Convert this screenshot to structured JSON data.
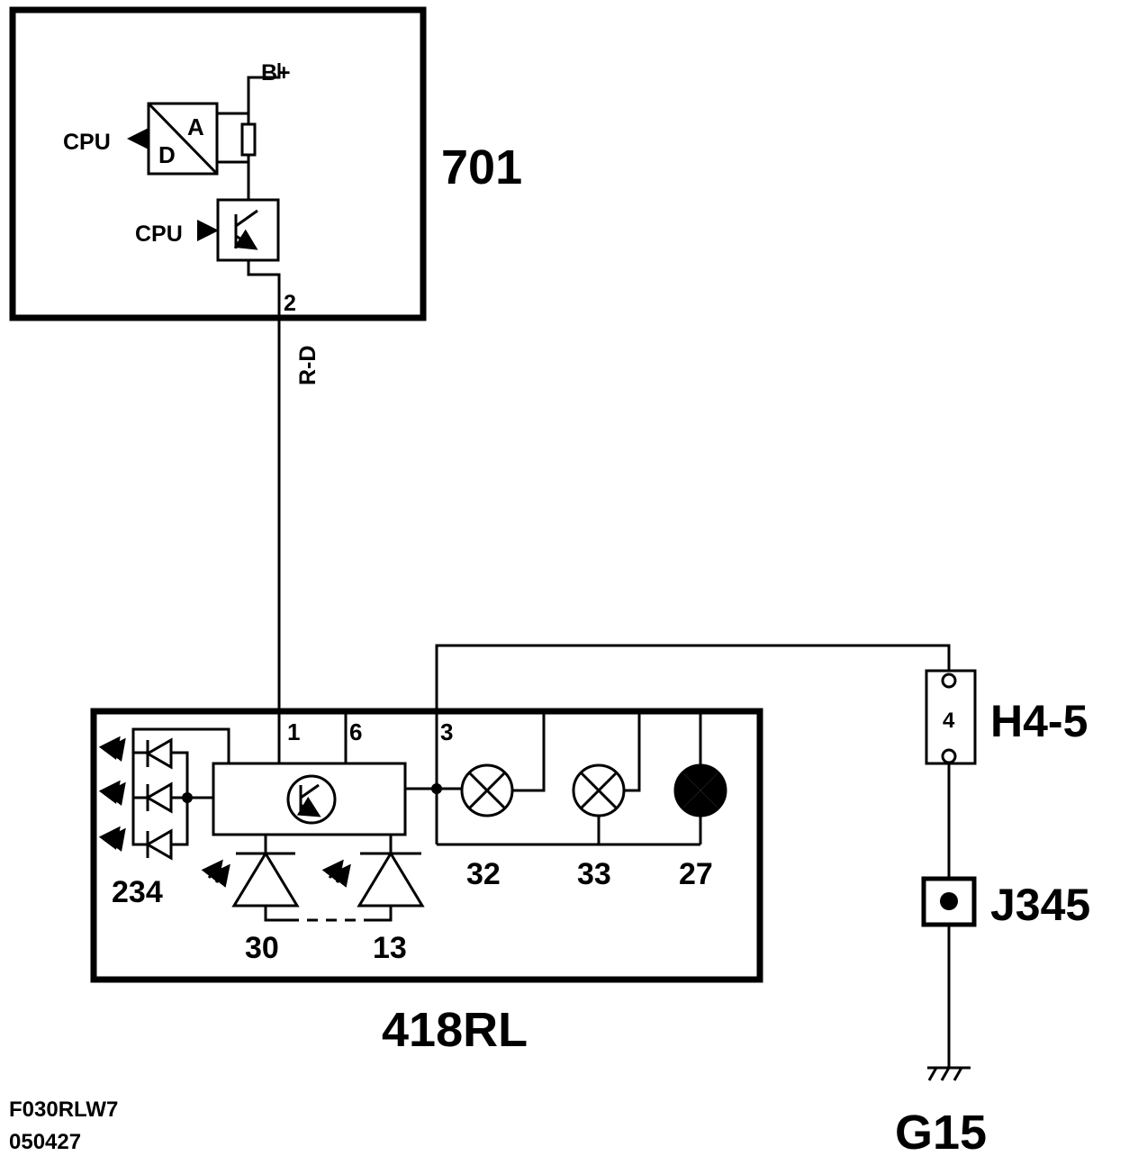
{
  "ecu": {
    "id": "701",
    "supply_label": "B+",
    "cpu_out_label": "CPU",
    "cpu_in_label": "CPU",
    "adc_a_label": "A",
    "adc_d_label": "D",
    "pin_label": "2"
  },
  "wire": {
    "color_code": "R-D"
  },
  "cluster": {
    "id": "418RL",
    "pin_1": "1",
    "pin_6": "6",
    "pin_3": "3",
    "led_group_label": "234",
    "photodiode_1_label": "30",
    "photodiode_2_label": "13",
    "lamp_1_label": "32",
    "lamp_2_label": "33",
    "lamp_3_label": "27"
  },
  "connector": {
    "id": "H4-5",
    "pin": "4"
  },
  "splice": {
    "id": "J345"
  },
  "ground": {
    "id": "G15"
  },
  "footer": {
    "code": "F030RLW7",
    "date": "050427"
  },
  "colors": {
    "line": "#000000",
    "background": "#ffffff"
  }
}
